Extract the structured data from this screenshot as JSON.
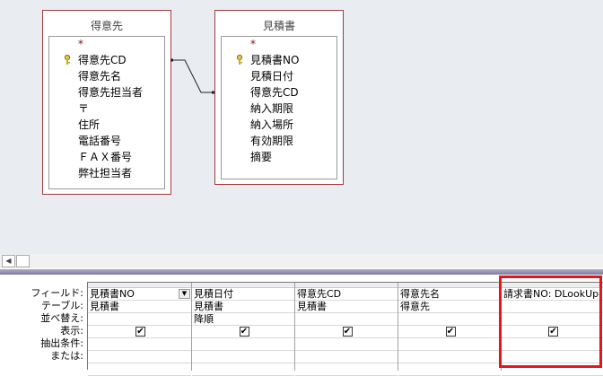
{
  "tables": [
    {
      "title": "得意先",
      "fields": [
        "*",
        "得意先CD",
        "得意先名",
        "得意先担当者",
        "〒",
        "住所",
        "電話番号",
        "ＦＡＸ番号",
        "弊社担当者"
      ],
      "key_index": 1
    },
    {
      "title": "見積書",
      "fields": [
        "*",
        "見積書NO",
        "見積日付",
        "得意先CD",
        "納入期限",
        "納入場所",
        "有効期限",
        "摘要"
      ],
      "key_index": 1
    }
  ],
  "row_labels": [
    "フィールド:",
    "テーブル:",
    "並べ替え:",
    "表示:",
    "抽出条件:",
    "または:"
  ],
  "columns": [
    {
      "field": "見積書NO",
      "table": "見積書",
      "sort": "",
      "show": true
    },
    {
      "field": "見積日付",
      "table": "見積書",
      "sort": "降順",
      "show": true
    },
    {
      "field": "得意先CD",
      "table": "見積書",
      "sort": "",
      "show": true
    },
    {
      "field": "得意先名",
      "table": "得意先",
      "sort": "",
      "show": true
    },
    {
      "field": "請求書NO: DLookUp(",
      "table": "",
      "sort": "",
      "show": true
    }
  ],
  "colors": {
    "highlight": "#e8141c",
    "table_border": "#a33a3a"
  }
}
